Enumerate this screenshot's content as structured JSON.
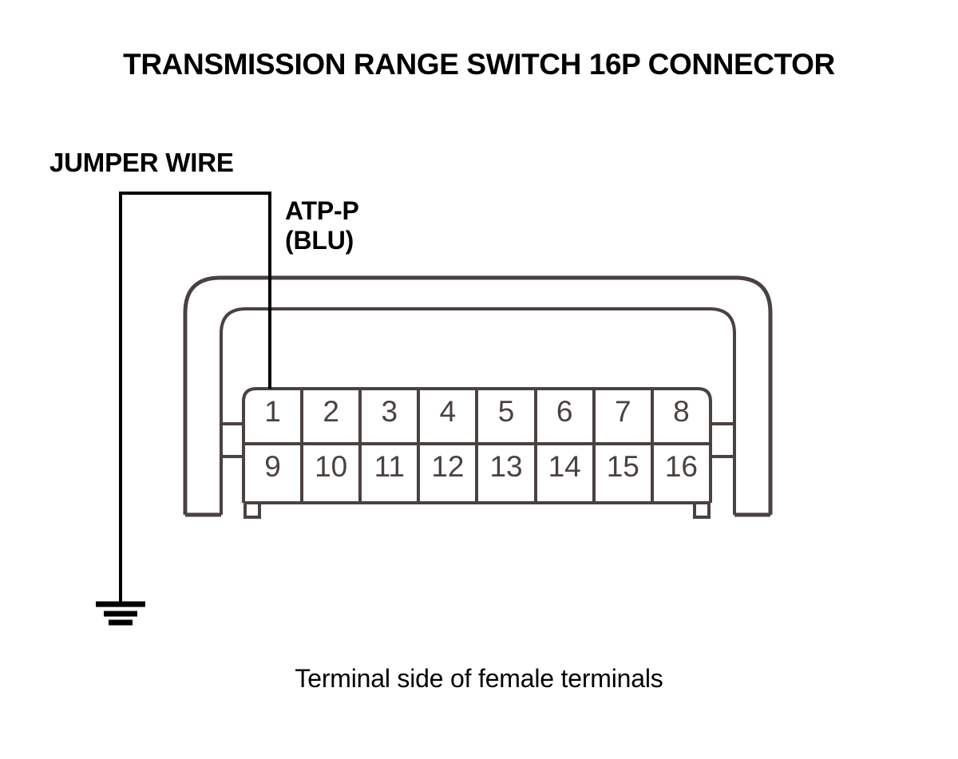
{
  "title": "TRANSMISSION RANGE SWITCH 16P CONNECTOR",
  "labels": {
    "jumper_wire": "JUMPER WIRE",
    "atp_line1": "ATP-P",
    "atp_line2": "(BLU)",
    "caption": "Terminal side of female terminals"
  },
  "connector": {
    "name": "Transmission Range Switch 16P Connector",
    "pin_count": 16,
    "columns": 8,
    "rows": 2,
    "top_row": [
      "1",
      "2",
      "3",
      "4",
      "5",
      "6",
      "7",
      "8"
    ],
    "bottom_row": [
      "9",
      "10",
      "11",
      "12",
      "13",
      "14",
      "15",
      "16"
    ],
    "probed_pin": "1",
    "probed_signal": "ATP-P",
    "probed_wire_color": "BLU"
  },
  "jumper": {
    "from_pin": "1",
    "to": "ground",
    "ground_symbol": "earth-ground"
  },
  "colors": {
    "text": "#000000",
    "outline": "#4a4240",
    "wire": "#000000",
    "background": "#ffffff"
  }
}
